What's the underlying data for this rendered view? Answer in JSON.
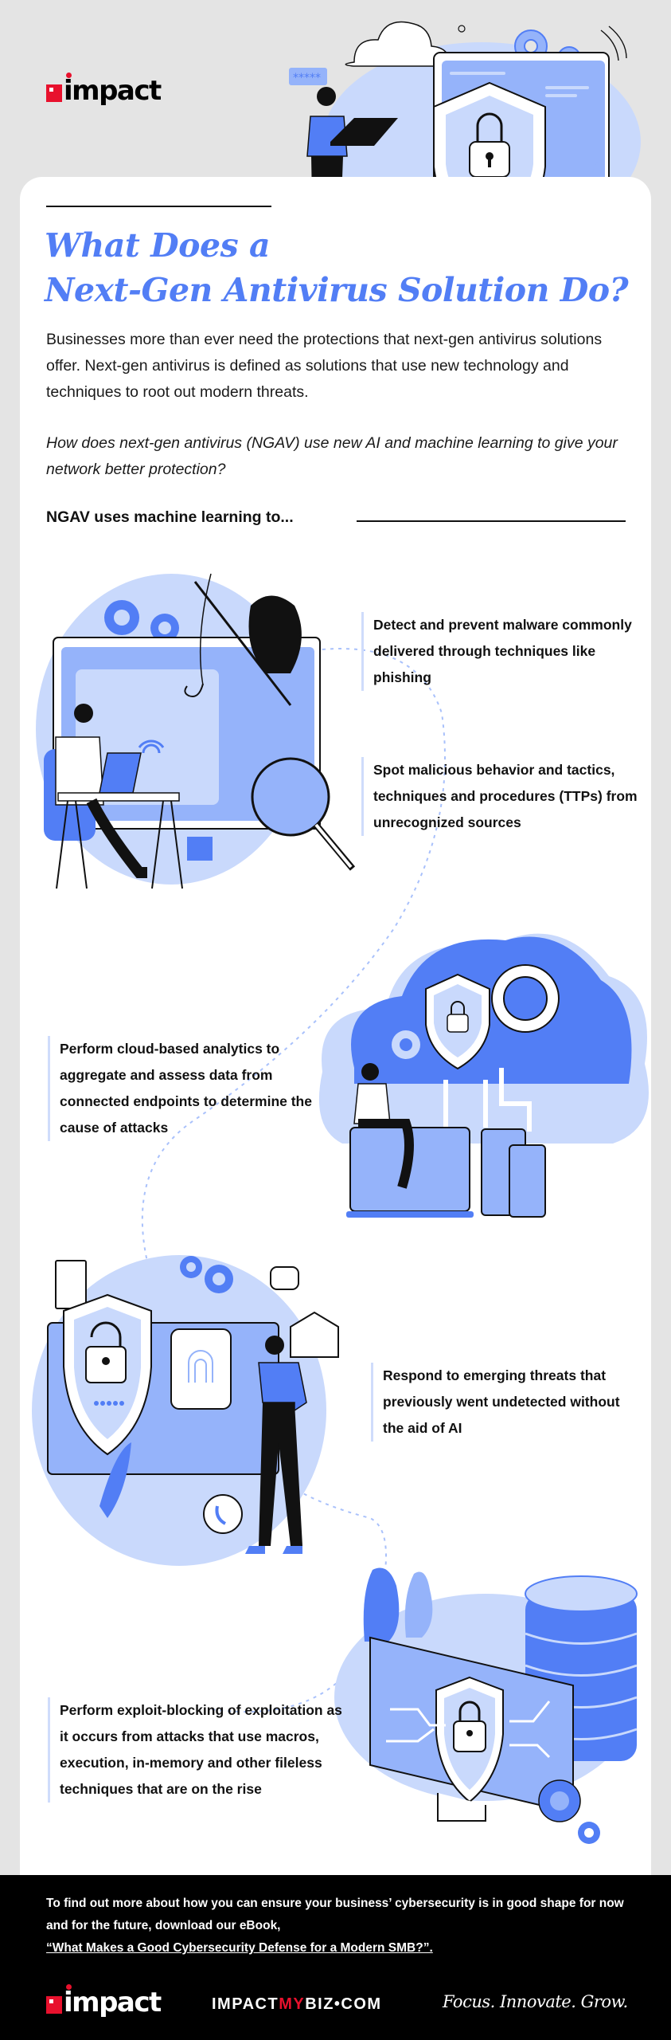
{
  "header": {
    "brand": "impact"
  },
  "hero": {
    "title_line1": "What Does a",
    "title_line2": "Next-Gen Antivirus Solution Do?",
    "password_bubble": "*****"
  },
  "intro": {
    "paragraph": "Businesses more than ever need the protections that next-gen antivirus solutions offer. Next-gen antivirus is defined as solutions that use new technology and techniques to root out modern threats.",
    "question": "How does next-gen antivirus (NGAV) use new AI and machine learning to give your network better protection?",
    "lead": "NGAV uses machine learning to..."
  },
  "points": [
    {
      "text": "Detect and prevent malware commonly delivered through techniques like phishing",
      "illustration": "phishing-hacker-illustration"
    },
    {
      "text": "Spot malicious behavior and tactics, techniques and procedures (TTPs) from unrecognized sources",
      "illustration": "magnifying-glass-illustration"
    },
    {
      "text": "Perform cloud-based analytics to aggregate and assess data from connected endpoints to determine the cause of attacks",
      "illustration": "cloud-analytics-illustration"
    },
    {
      "text": "Respond to emerging threats that previously went undetected without the aid of AI",
      "illustration": "fingerprint-shield-illustration"
    },
    {
      "text": "Perform exploit-blocking of exploitation as it occurs from attacks that use macros, execution, in-memory and other fileless techniques that are on the rise",
      "illustration": "database-shield-illustration"
    }
  ],
  "footer": {
    "cta_text": "To find out more about how you can ensure your business’ cybersecurity is in good shape for now and for the future, download our eBook,",
    "cta_link": "“What Makes a Good Cybersecurity Defense for a Modern SMB?”.",
    "brand": "impact",
    "site_part1": "IMPACT",
    "site_part2": "MY",
    "site_part3": "BIZ•COM",
    "tagline": "Focus. Innovate. Grow."
  },
  "colors": {
    "accent_blue": "#527ef5",
    "light_blue": "#c9d9fc",
    "mid_blue": "#95b3fa",
    "brand_red": "#e8112d",
    "page_bg": "#e4e4e4",
    "footer_bg": "#000000"
  }
}
